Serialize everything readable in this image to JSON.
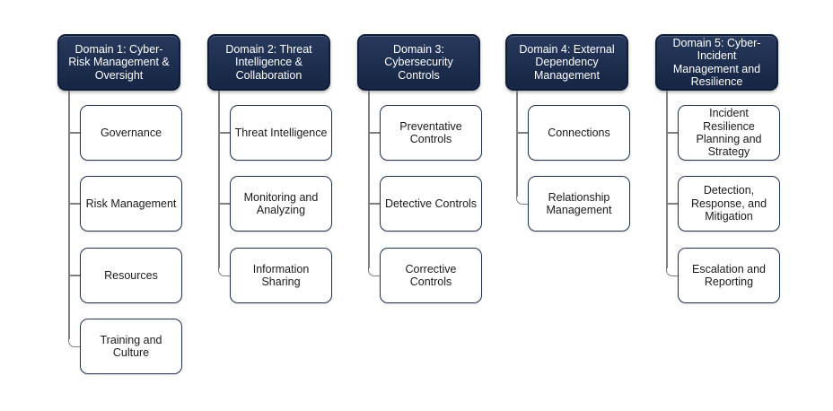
{
  "diagram": {
    "type": "hierarchy-chart",
    "columns": [
      {
        "title": "Domain 1: Cyber-Risk Management & Oversight",
        "children": [
          "Governance",
          "Risk Management",
          "Resources",
          "Training and Culture"
        ]
      },
      {
        "title": "Domain 2: Threat Intelligence & Collaboration",
        "children": [
          "Threat Intelligence",
          "Monitoring and Analyzing",
          "Information Sharing"
        ]
      },
      {
        "title": "Domain 3: Cybersecurity Controls",
        "children": [
          "Preventative Controls",
          "Detective Controls",
          "Corrective Controls"
        ]
      },
      {
        "title": "Domain 4: External Dependency Management",
        "children": [
          "Connections",
          "Relationship Management"
        ]
      },
      {
        "title": "Domain 5: Cyber-Incident Management and Resilience",
        "children": [
          "Incident Resilience Planning and Strategy",
          "Detection, Response, and Mitigation",
          "Escalation and Reporting"
        ]
      }
    ]
  },
  "colors": {
    "canvas_bg": "#ffffff",
    "header_gradient_top": "#27395d",
    "header_gradient_bottom": "#172745",
    "header_border": "#0f1d38",
    "header_text": "#ffffff",
    "child_bg": "#ffffff",
    "child_border": "#233250",
    "child_text": "#1a1a1a",
    "connector": "#7f7f7f"
  }
}
